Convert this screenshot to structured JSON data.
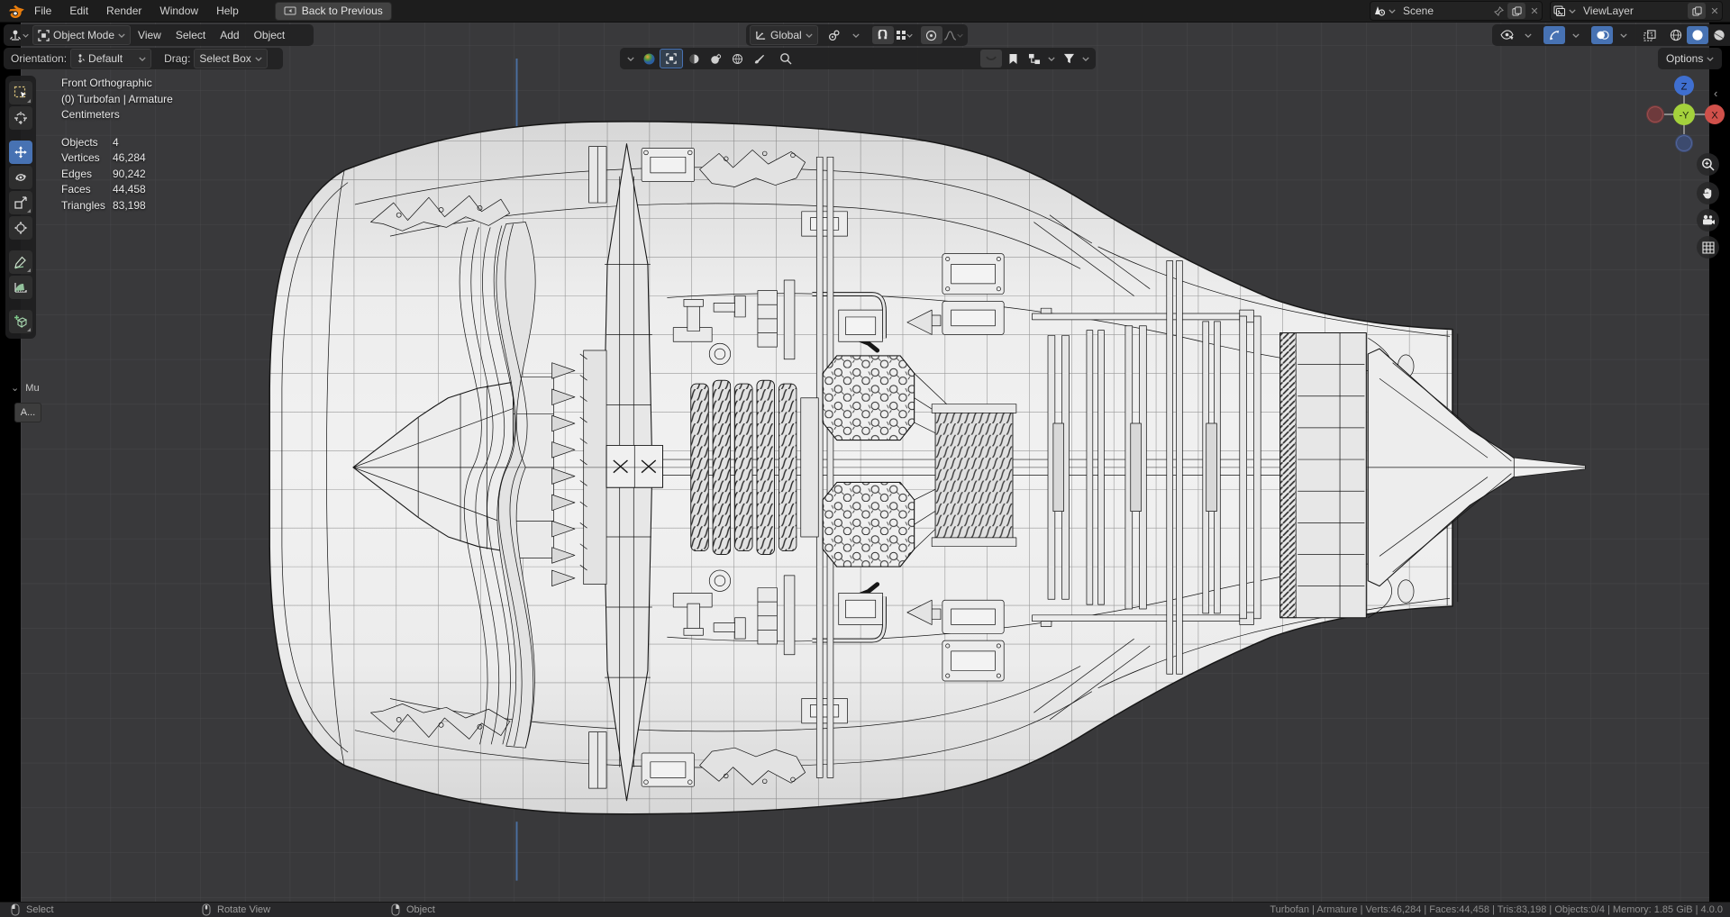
{
  "topbar": {
    "menus": [
      "File",
      "Edit",
      "Render",
      "Window",
      "Help"
    ],
    "back_button": "Back to Previous",
    "scene": {
      "label": "Scene"
    },
    "view_layer": {
      "label": "ViewLayer"
    }
  },
  "header": {
    "mode": "Object Mode",
    "menus": [
      "View",
      "Select",
      "Add",
      "Object"
    ],
    "orientation": "Global"
  },
  "tool_settings": {
    "orientation_label": "Orientation:",
    "orientation_value": "Default",
    "drag_label": "Drag:",
    "drag_value": "Select Box",
    "options_label": "Options"
  },
  "viewport_overlay": {
    "view_name": "Front Orthographic",
    "active_object": "(0) Turbofan | Armature",
    "units": "Centimeters",
    "stats": [
      {
        "label": "Objects",
        "value": "4"
      },
      {
        "label": "Vertices",
        "value": "46,284"
      },
      {
        "label": "Edges",
        "value": "90,242"
      },
      {
        "label": "Faces",
        "value": "44,458"
      },
      {
        "label": "Triangles",
        "value": "83,198"
      }
    ]
  },
  "mu_panel": {
    "title": "Mu",
    "apply_button": "A..."
  },
  "gizmo": {
    "axis_z": "Z",
    "axis_x": "X",
    "axis_front": "-Y"
  },
  "statusbar": {
    "left": [
      {
        "label": "Select"
      },
      {
        "label": "Rotate View"
      },
      {
        "label": "Object"
      }
    ],
    "right": "Turbofan | Armature | Verts:46,284 | Faces:44,458 | Tris:83,198 | Objects:0/4 | Memory: 1.85 GiB | 4.0.0"
  },
  "colors": {
    "accent": "#4772b3",
    "axis_x": "#d0504a",
    "axis_y": "#76a832",
    "axis_z": "#3f6fd0",
    "armature_bone": "#4b6f9f",
    "viewport_bg": "#39393b"
  },
  "icons": {
    "chevron": "down-chevron",
    "search": "magnifier",
    "close": "×"
  }
}
